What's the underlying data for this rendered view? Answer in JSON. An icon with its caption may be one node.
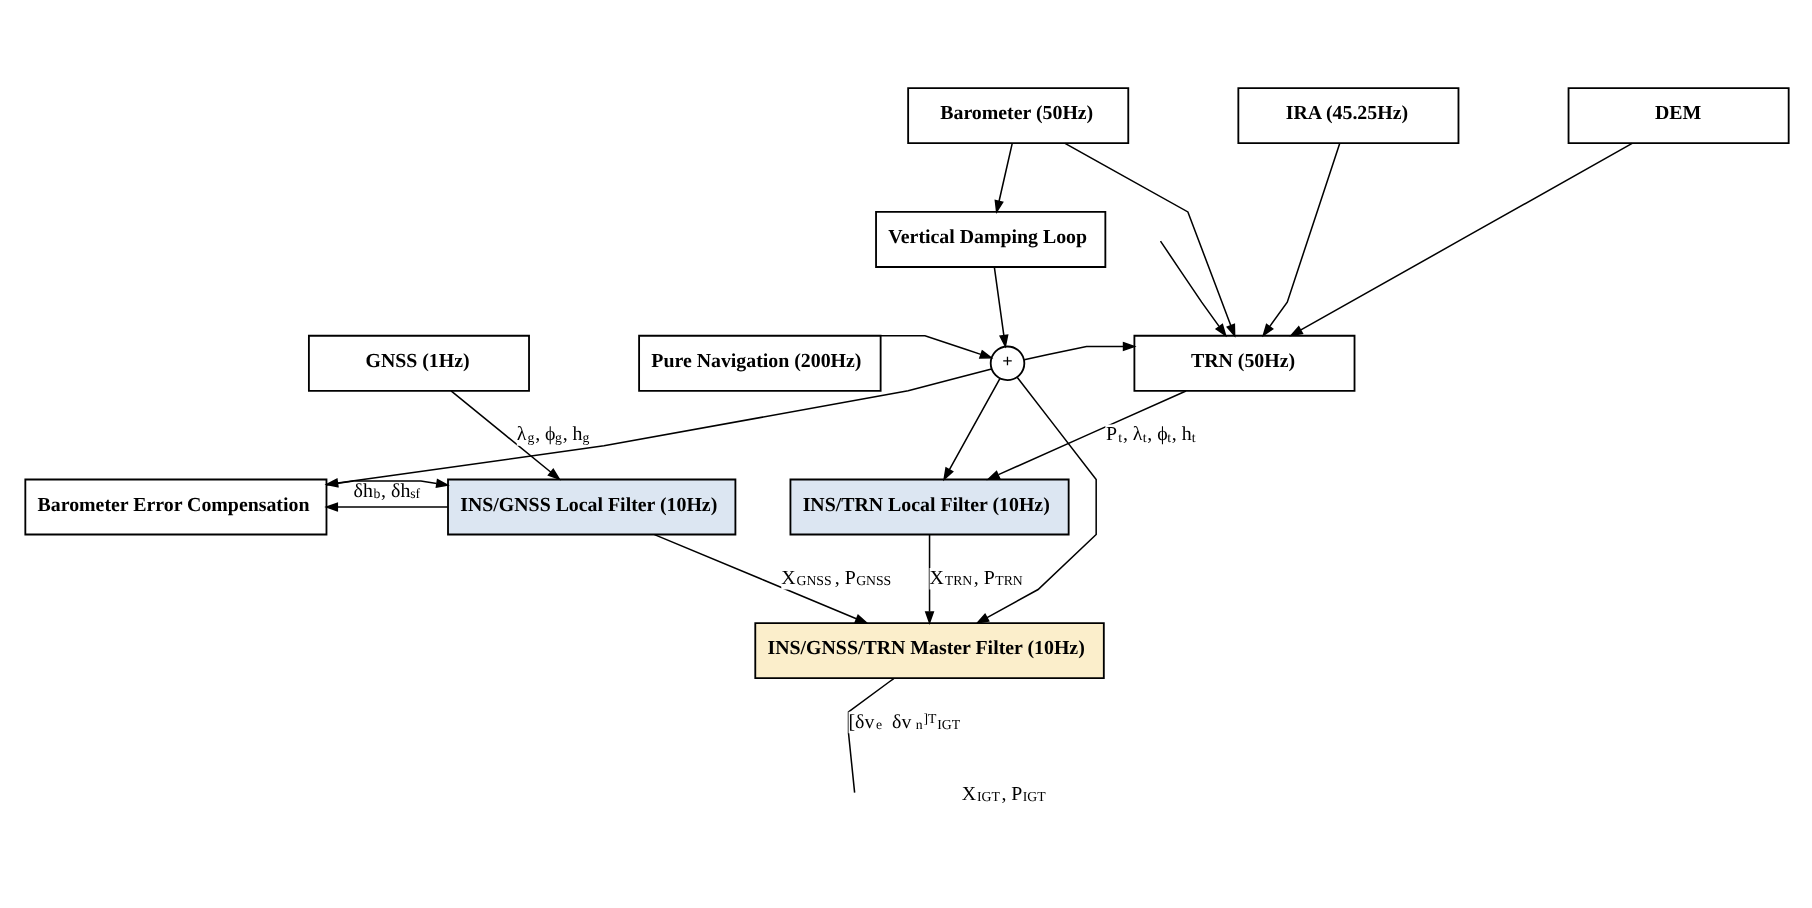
{
  "diagram": {
    "nodes": [
      {
        "text": [
          "Barometer (50Hz)"
        ]
      },
      {
        "text": [
          "IRA (45.25Hz)"
        ]
      },
      {
        "text": [
          "DEM"
        ]
      },
      {
        "text": [
          "Vertical Damping Loop"
        ]
      },
      {
        "text": [
          "GNSS (1Hz)"
        ]
      },
      {
        "text": [
          "Pure Navigation (200Hz)"
        ]
      },
      {
        "text": [
          "+"
        ]
      },
      {
        "text": [
          "TRN (50Hz)"
        ]
      },
      {
        "text": [
          "INS/GNSS Local Filter (10Hz)"
        ]
      },
      {
        "text": [
          "Barometer Error Compensation"
        ]
      },
      {
        "text": [
          "INS/TRN Local Filter (10Hz)"
        ]
      },
      {
        "text": [
          "INS/GNSS/TRN Master Filter (10Hz)"
        ]
      }
    ],
    "edges": [
      {
        "from": 0,
        "to": 3,
        "arrow": "to"
      },
      {
        "from": 0,
        "to": 7,
        "arrow": "to"
      },
      {
        "from": 1,
        "to": 7,
        "arrow": "to"
      },
      {
        "from": 2,
        "to": 7,
        "arrow": "to"
      },
      {
        "from": 3,
        "to": 6,
        "arrow": "to"
      },
      {
        "from": 5,
        "to": 6,
        "arrow": "to"
      },
      {
        "from": 6,
        "to": 7,
        "arrow": "to"
      },
      {
        "from": 6,
        "to": 9,
        "arrow": "to"
      },
      {
        "from": 6,
        "to": 10,
        "arrow": "to"
      },
      {
        "from": 6,
        "to": 11,
        "arrow": "to"
      },
      {
        "from": 4,
        "to": 8,
        "arrow": "to",
        "label": "λ$_{g}$, ϕ$_{g}$, h$_{g}$"
      },
      {
        "from": 9,
        "to": 8,
        "arrow": "to"
      },
      {
        "from": 8,
        "to": 9,
        "arrow": "to",
        "label": "δh$_{b}$, δh$_{sf}$"
      },
      {
        "from": 8,
        "to": 11,
        "arrow": "to",
        "label": "X$_{GNSS}$, P$_{GNSS}$"
      },
      {
        "from": 7,
        "to": 10,
        "arrow": "to",
        "label": "P$_{t}$, λ$_{t}$, ϕ$_{t}$, h$_{t}$"
      },
      {
        "from": 10,
        "to": 11,
        "arrow": "to",
        "label": "X$_{TRN}$, P$_{TRN}$"
      },
      {
        "from": 11,
        "to": null,
        "arrow": "none",
        "label": "[δv$_{e}$   δv$_{n}$]$^{T}$$_{IGT}$"
      },
      {
        "from": null,
        "to": 7,
        "arrow": "to"
      }
    ],
    "labels": [
      "X$_{IGT}$, P$_{IGT}$"
    ]
  }
}
